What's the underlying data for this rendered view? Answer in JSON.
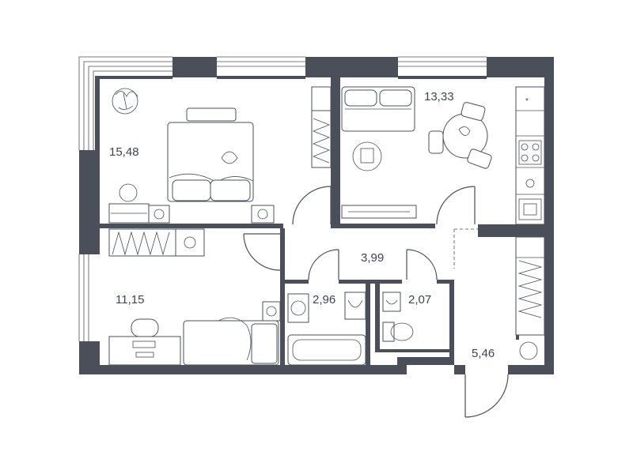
{
  "rooms": {
    "bedroom_top": {
      "area": "15,48"
    },
    "kitchen_living": {
      "area": "13,33"
    },
    "bedroom_bottom": {
      "area": "11,15"
    },
    "hall": {
      "area": "3,99"
    },
    "bathroom": {
      "area": "2,96"
    },
    "toilet": {
      "area": "2,07"
    },
    "entrance": {
      "area": "5,46"
    }
  },
  "colors": {
    "wall": "#4a4f59",
    "text": "#3f4450",
    "background": "#ffffff"
  }
}
